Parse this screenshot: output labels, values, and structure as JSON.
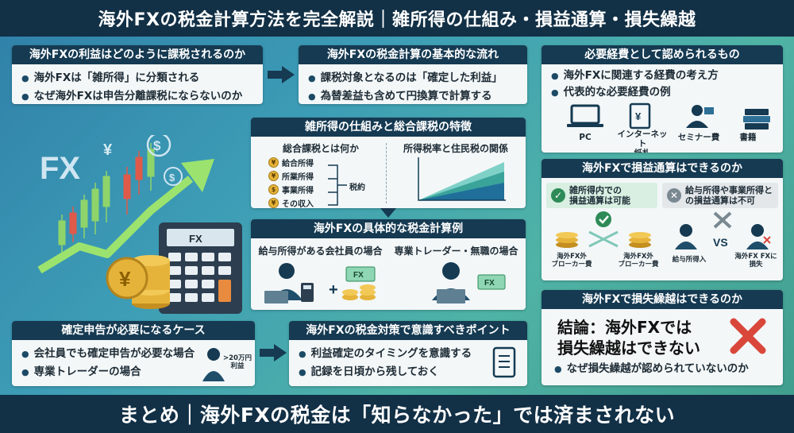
{
  "header": {
    "title": "海外FXの税金計算方法を完全解説｜雑所得の仕組み・損益通算・損失繰越"
  },
  "footer": {
    "text": "まとめ｜海外FXの税金は「知らなかった」では済まされない"
  },
  "hero": {
    "fx": "FX",
    "yen": "¥",
    "dollar": "$",
    "calc_label": "FX"
  },
  "card_taxed": {
    "title": "海外FXの利益はどのように課税されるのか",
    "items": [
      "海外FXは「雑所得」に分類される",
      "なぜ海外FXは申告分離課税にならないのか"
    ]
  },
  "card_flow": {
    "title": "海外FXの税金計算の基本的な流れ",
    "items": [
      "課税対象となるのは「確定した利益」",
      "為替差益も含めて円換算で計算する"
    ]
  },
  "card_expenses": {
    "title": "必要経費として認められるもの",
    "items": [
      "海外FXに関連する経費の考え方",
      "代表的な必要経費の例"
    ],
    "icons": [
      {
        "label": "PC",
        "icon": "pc-icon"
      },
      {
        "label": "インターネット\n紙札",
        "icon": "internet-bill-icon"
      },
      {
        "label": "セミナー費",
        "icon": "seminar-icon"
      },
      {
        "label": "書籍",
        "icon": "books-icon"
      }
    ]
  },
  "card_misc": {
    "title": "雑所得の仕組みと総合課税の特徴",
    "left_title": "総合課税とは何か",
    "rows": [
      "給合所得",
      "所業所得",
      "事業所得",
      "その収入"
    ],
    "result": "税約",
    "right_title": "所得税率と住民税の関係"
  },
  "card_offset": {
    "title": "海外FXで損益通算はできるのか",
    "ok_label": "雑所得内での\n損益通算は可能",
    "ng_label": "給与所得や事業所得と\nの損益通算は不可",
    "broker_left": "海外FX外\nブローカー費",
    "broker_right": "海外FX外\nブローカー費",
    "salary_label": "給与所得入",
    "vs": "VS",
    "fx_loss_label": "海外FX FXに\n損失"
  },
  "card_example": {
    "title": "海外FXの具体的な税金計算例",
    "left_title": "給与所得がある会社員の場合",
    "right_title": "専業トレーダー・無職の場合",
    "plus": "+",
    "fx_tag": "FX"
  },
  "card_carry": {
    "title": "海外FXで損失繰越はできるのか",
    "conclusion_line1": "結論：海外FXでは",
    "conclusion_line2": "損失繰越はできない",
    "item": "なぜ損失繰越が認められていないのか"
  },
  "card_filing": {
    "title": "確定申告が必要になるケース",
    "items": [
      "会社員でも確定申告が必要な場合",
      "専業トレーダーの場合"
    ],
    "badge": ">20万円\n利益"
  },
  "card_points": {
    "title": "海外FXの税金対策で意識すべきポイント",
    "items": [
      "利益確定のタイミングを意識する",
      "記録を日頃から残しておく"
    ]
  },
  "colors": {
    "navy": "#153a52",
    "ok_green": "#2e8b57",
    "ng_red": "#d9473a",
    "gold": "#e6b33a"
  }
}
